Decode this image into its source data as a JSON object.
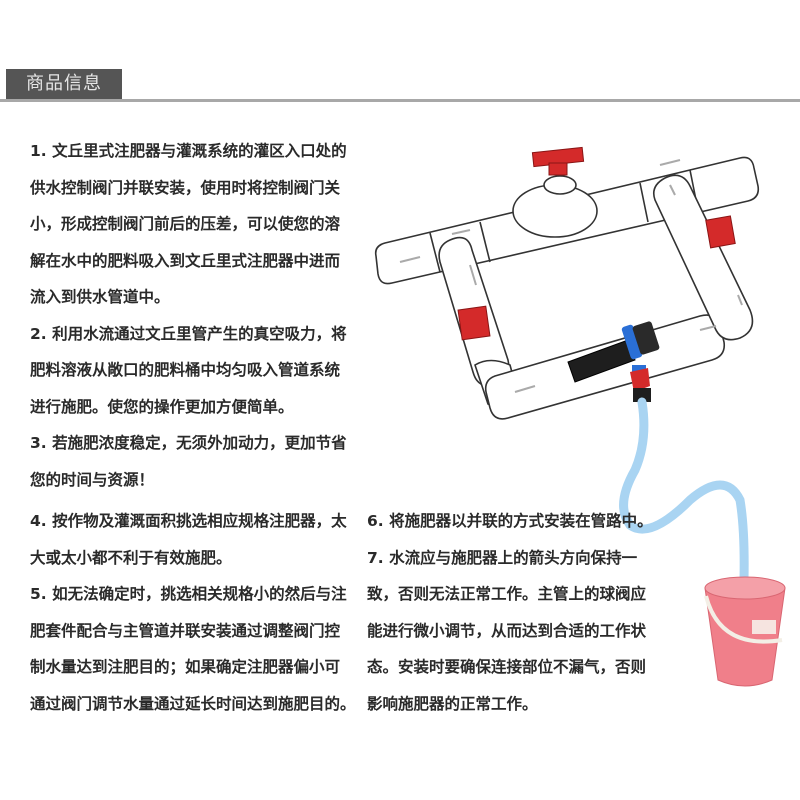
{
  "header": {
    "tab_label": "商品信息"
  },
  "instructions": {
    "left_top": [
      "1. 文丘里式注肥器与灌溉系统的灌区入口处的",
      "供水控制阀门并联安装，使用时将控制阀门关",
      "小，形成控制阀门前后的压差，可以使您的溶",
      "解在水中的肥料吸入到文丘里式注肥器中进而",
      "流入到供水管道中。",
      "2. 利用水流通过文丘里管产生的真空吸力，将",
      "肥料溶液从敞口的肥料桶中均匀吸入管道系统",
      "进行施肥。使您的操作更加方便简单。",
      "3. 若施肥浓度稳定，无须外加动力，更加节省",
      "您的时间与资源！"
    ],
    "left_bottom": [
      "4. 按作物及灌溉面积挑选相应规格注肥器，太",
      "大或太小都不利于有效施肥。",
      "5. 如无法确定时，挑选相关规格小的然后与注",
      "肥套件配合与主管道并联安装通过调整阀门控",
      "制水量达到注肥目的；如果确定注肥器偏小可",
      "通过阀门调节水量通过延长时间达到施肥目的。"
    ],
    "right_bottom": [
      "6. 将施肥器以并联的方式安装在管路中。",
      "7. 水流应与施肥器上的箭头方向保持一",
      "致，否则无法正常工作。主管上的球阀应",
      "能进行微小调节，从而达到合适的工作状",
      "态。安装时要确保连接部位不漏气，否则",
      "影响施肥器的正常工作。"
    ]
  },
  "illustration": {
    "pipe_color": "#ffffff",
    "pipe_outline": "#333333",
    "valve_color": "#d42a2a",
    "injector_color": "#1e1e1e",
    "coupling_color": "#2a6fd6",
    "hose_color": "#a9d4f2",
    "bucket_color": "#f07f8a",
    "handle_color": "#f3efe6"
  }
}
